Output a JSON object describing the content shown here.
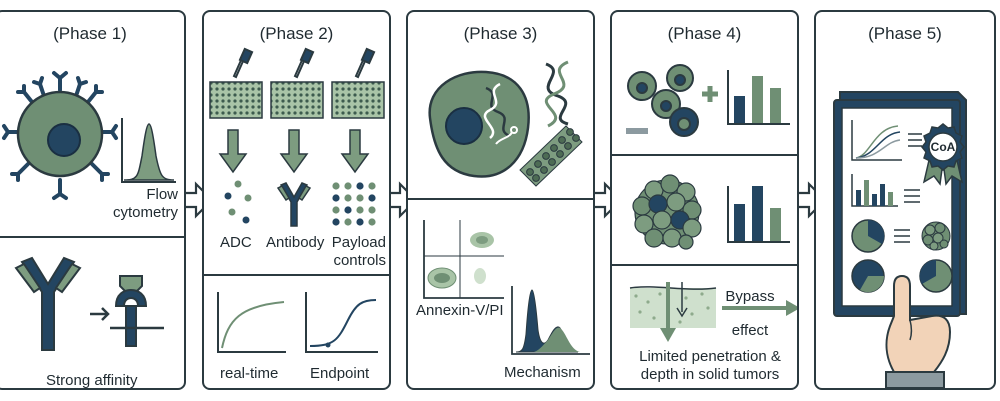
{
  "colors": {
    "green": "#6f8f74",
    "light_green": "#a9c4a7",
    "navy": "#234561",
    "outline": "#2b3a40"
  },
  "phases": [
    {
      "title": "(Phase 1)",
      "labels": {
        "flow": "Flow\ncytometry",
        "affinity": "Strong affinity"
      }
    },
    {
      "title": "(Phase 2)",
      "labels": {
        "adc": "ADC",
        "antibody": "Antibody",
        "payload": "Payload\ncontrols",
        "realtime": "real-time",
        "endpoint": "Endpoint"
      }
    },
    {
      "title": "(Phase 3)",
      "labels": {
        "annexin": "Annexin-V/PI",
        "mechanism": "Mechanism"
      }
    },
    {
      "title": "(Phase 4)",
      "labels": {
        "bypass": "Bypass\neffect",
        "penetration": "Limited penetration &\ndepth in solid tumors"
      }
    },
    {
      "title": "(Phase 5)",
      "labels": {
        "coa": "CoA"
      }
    }
  ]
}
